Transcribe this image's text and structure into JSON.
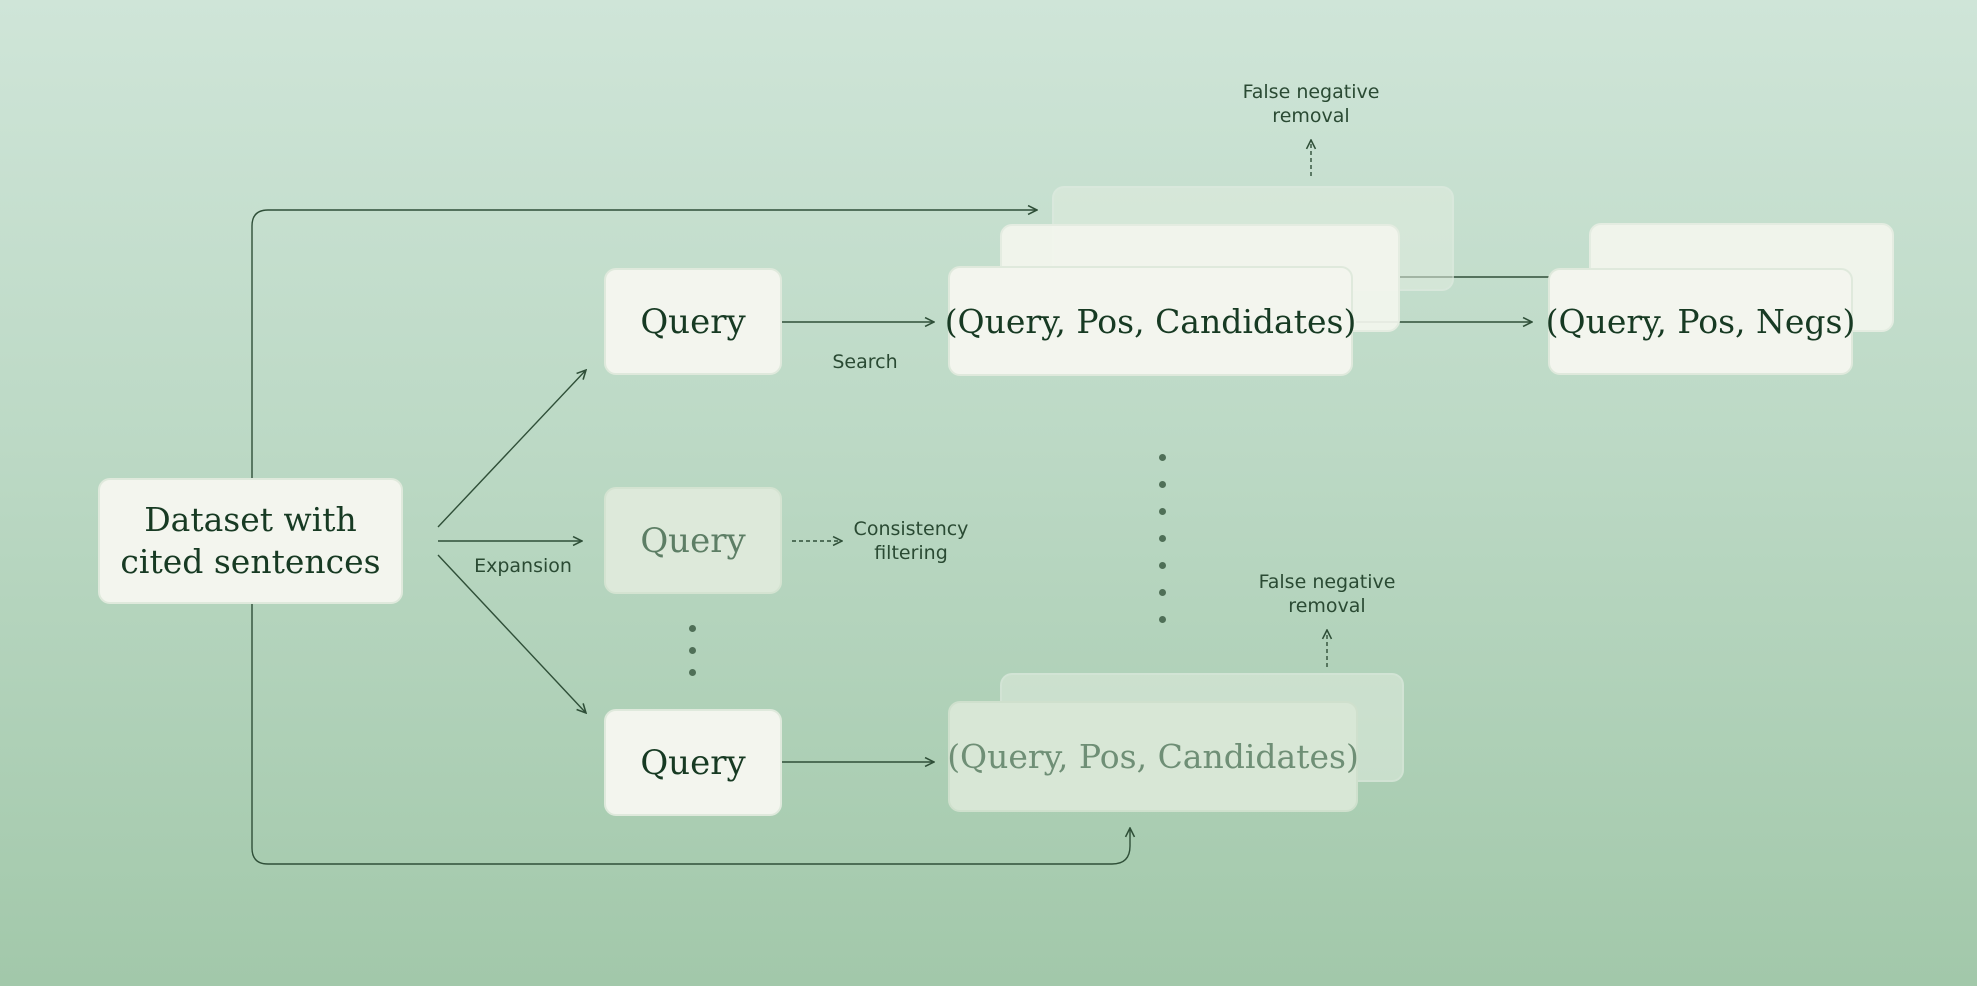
{
  "nodes": {
    "dataset": "Dataset with\ncited sentences",
    "query_top": "Query",
    "query_mid": "Query",
    "query_bottom": "Query",
    "triple_top": "(Query, Pos, Candidates)",
    "triple_bottom": "(Query, Pos, Candidates)",
    "result": "(Query, Pos, Negs)"
  },
  "labels": {
    "expansion": "Expansion",
    "search": "Search",
    "consistency_filtering": "Consistency\nfiltering",
    "false_negative_removal_top": "False negative\nremoval",
    "false_negative_removal_bottom": "False negative\nremoval"
  },
  "colors": {
    "line": "#2f4f38",
    "box_fill": "#f3f5ee",
    "text": "#173a23"
  }
}
